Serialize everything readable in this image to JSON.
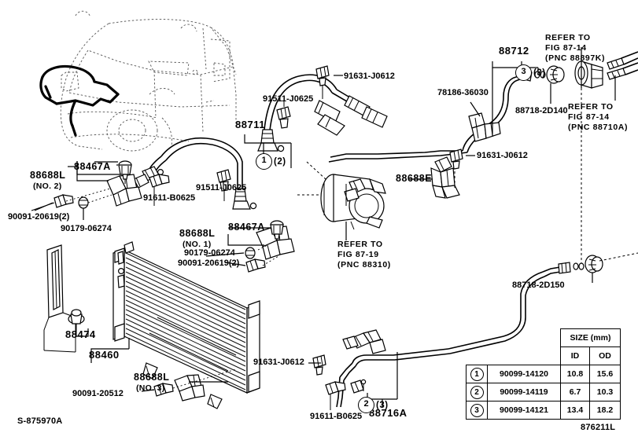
{
  "diagram": {
    "title": "Toyota A/C Piping and Hose Assembly Parts Diagram",
    "corner_code_left": "S-875970A",
    "corner_code_right": "876211L"
  },
  "labels": {
    "car_illustration": "vehicle-outline",
    "hose_88711": "88711",
    "hose_88712": "88712",
    "pipe_88716a": "88716A",
    "condenser_88460": "88460",
    "bracket_88474": "88474",
    "clamp_88467a_upper": "88467A",
    "clamp_88467a_lower": "88467A",
    "clamp_88688l_no1": "88688L",
    "clamp_88688l_no1_sub": "(NO. 1)",
    "clamp_88688l_no2": "88688L",
    "clamp_88688l_no2_sub": "(NO. 2)",
    "clamp_88688l_no3": "88688L",
    "clamp_88688l_no3_sub": "(NO. 3)",
    "bracket_88688e": "88688E",
    "oring_88718_2d140": "88718-2D140",
    "oring_88718_2d150": "88718-2D150",
    "bracket_78186_36030": "78186-36030",
    "bolt_91631_j0612_top": "91631-J0612",
    "bolt_91631_j0612_right": "91631-J0612",
    "bolt_91631_j0612_bottom": "91631-J0612",
    "bolt_91511_j0625_upper": "91511-J0625",
    "bolt_91511_j0625_lower": "91511-J0625",
    "bolt_91611_b0625_left": "91611-B0625",
    "bolt_91611_b0625_bottom": "91611-B0625",
    "nut_90179_06274_upper": "90179-06274",
    "nut_90179_06274_lower": "90179-06274",
    "bolt_90091_20619_left": "90091-20619(2)",
    "bolt_90091_20619_mid": "90091-20619(2)",
    "bolt_90091_20512": "90091-20512"
  },
  "refer_blocks": {
    "fig_87_14_88897k": "REFER TO\nFIG 87-14\n(PNC 88897K)",
    "fig_87_14_88710a": "REFER TO\nFIG 87-14\n(PNC 88710A)",
    "fig_87_19_88310": "REFER TO\nFIG 87-19\n(PNC 88310)"
  },
  "callouts": {
    "mark1": "1",
    "mark1_qty": "(2)",
    "mark2": "2",
    "mark2_qty": "(3)",
    "mark3": "3",
    "mark3_qty": "(3)"
  },
  "size_table": {
    "header_size": "SIZE (mm)",
    "header_id": "ID",
    "header_od": "OD",
    "rows": [
      {
        "mark": "1",
        "part": "90099-14120",
        "id": "10.8",
        "od": "15.6"
      },
      {
        "mark": "2",
        "part": "90099-14119",
        "id": "6.7",
        "od": "10.3"
      },
      {
        "mark": "3",
        "part": "90099-14121",
        "id": "13.4",
        "od": "18.2"
      }
    ]
  }
}
